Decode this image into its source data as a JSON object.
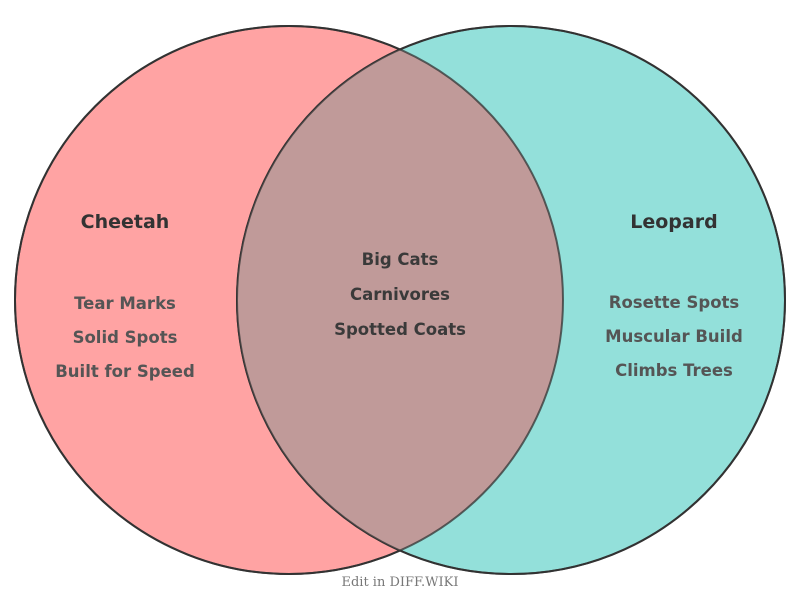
{
  "diagram": {
    "type": "venn",
    "colors": {
      "left_fill": "#ffa3a3",
      "right_fill": "#93e0da",
      "overlap_fill": "#c09a99",
      "stroke": "#333333"
    },
    "left": {
      "title": "Cheetah",
      "items": [
        "Tear Marks",
        "Solid Spots",
        "Built for Speed"
      ]
    },
    "right": {
      "title": "Leopard",
      "items": [
        "Rosette Spots",
        "Muscular Build",
        "Climbs Trees"
      ]
    },
    "overlap": {
      "items": [
        "Big Cats",
        "Carnivores",
        "Spotted Coats"
      ]
    }
  },
  "footer": {
    "text": "Edit in DIFF.WIKI"
  }
}
